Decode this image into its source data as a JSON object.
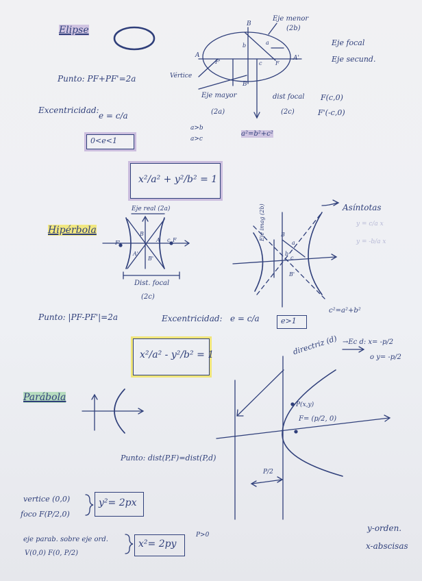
{
  "texts": {
    "ellipse_heading": "Elipse",
    "ellipse_ejemenor": "Eje menor",
    "ellipse_2b": "(2b)",
    "ellipse_ejefocal": "Eje focal",
    "ellipse_ejesecund": "Eje secund.",
    "ellipse_B": "B",
    "ellipse_Bp": "B'",
    "ellipse_A": "A",
    "ellipse_Ap": "A'",
    "ellipse_a": "a",
    "ellipse_b": "b",
    "ellipse_c": "c",
    "ellipse_F": "F",
    "ellipse_Fp": "F'",
    "ellipse_vertice": "Vértice",
    "ellipse_punto": "Punto: PF+PF'=2a",
    "ellipse_excentricidad": "Excentricidad:",
    "ellipse_e": "e = c/a",
    "ellipse_range": "0<e<1",
    "ellipse_ejemayor": "Eje mayor",
    "ellipse_2a": "(2a)",
    "ellipse_distfocal": "dist focal",
    "ellipse_2c": "(2c)",
    "ellipse_Fc": "F(c,0)",
    "ellipse_Fpc": "F'(-c,0)",
    "ellipse_agb": "a>b",
    "ellipse_agc": "a>c",
    "ellipse_rel": "a²=b²+c²",
    "ellipse_eq": "x²/a² + y²/b² = 1",
    "hyp_heading": "Hipérbola",
    "hyp_ejereal": "Eje real (2a)",
    "hyp_asintotas": "Asíntotas",
    "hyp_asy1": "y = c/a x",
    "hyp_asy2": "y = -b/a x",
    "hyp_B": "B",
    "hyp_Bp": "B'",
    "hyp_F": "F",
    "hyp_Fp": "F'",
    "hyp_A": "A",
    "hyp_Ap": "A'",
    "hyp_c": "c",
    "hyp_b": "b",
    "hyp_a": "a",
    "hyp_ejeimag": "Eje imag (2b)",
    "hyp_distfocal": "Dist. focal",
    "hyp_2c": "(2c)",
    "hyp_punto": "Punto: |PF-PF'|=2a",
    "hyp_excentricidad": "Excentricidad:",
    "hyp_e": "e = c/a",
    "hyp_range": "e>1",
    "hyp_rel": "c²=a²+b²",
    "hyp_eq": "x²/a² - y²/b² = 1",
    "par_heading": "Parábola",
    "par_directriz": "directriz (d)",
    "par_ecd": "→Ec d: x= -p/2",
    "par_ecd2": "o y= -p/2",
    "par_P": "P(x,y)",
    "par_F": "F= (p/2, 0)",
    "par_punto": "Punto: dist(P,F)=dist(P,d)",
    "par_p2": "P/2",
    "par_vertice": "vertice (0,0)",
    "par_foco": "foco F(P/2,0)",
    "par_eq1": "y²= 2px",
    "par_eje": "eje parab. sobre eje ord.",
    "par_v": "V(0,0)  F(0, P/2)",
    "par_eq2": "x²= 2py",
    "par_pgt0": "P>0",
    "par_yord": "y-orden.",
    "par_xabs": "x-abscisas"
  }
}
